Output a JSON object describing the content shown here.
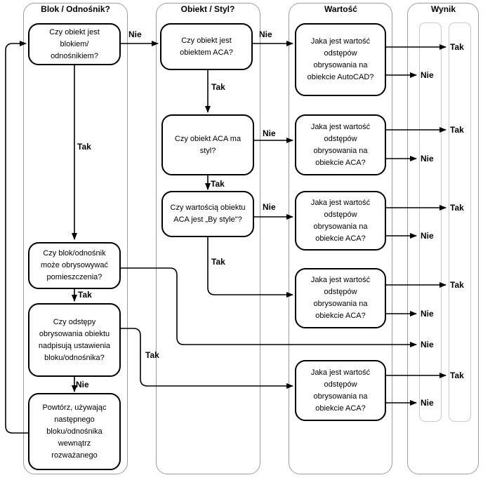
{
  "diagram": {
    "columns": [
      {
        "title": "Blok / Odnośnik?"
      },
      {
        "title": "Obiekt / Styl?"
      },
      {
        "title": "Wartość"
      },
      {
        "title": "Wynik"
      }
    ],
    "labels": {
      "yes": "Tak",
      "no": "Nie"
    },
    "nodes": {
      "is_block": [
        "Czy obiekt jest",
        "blokiem/",
        "odnośnikiem?"
      ],
      "can_bound": [
        "Czy blok/odnośnik",
        "może obrysowywać",
        "pomieszczenia?"
      ],
      "overrides": [
        "Czy odstępy",
        "obrysowania obiektu",
        "nadpisują ustawienia",
        "bloku/odnośnika?"
      ],
      "repeat": [
        "Powtórz, używając",
        "następnego",
        "bloku/odnośnika",
        "wewnątrz",
        "rozważanego"
      ],
      "is_aca": [
        "Czy obiekt jest",
        "obiektem ACA?"
      ],
      "has_style": [
        "Czy obiekt ACA ma",
        "styl?"
      ],
      "by_style": [
        "Czy wartością obiektu",
        "ACA jest „By style\"?"
      ],
      "value_autocad": [
        "Jaka jest wartość",
        "odstępów",
        "obrysowania na",
        "obiekcie AutoCAD?"
      ],
      "value_aca_1": [
        "Jaka jest wartość",
        "odstępów",
        "obrysowania na",
        "obiekcie ACA?"
      ],
      "value_aca_2": [
        "Jaka jest wartość",
        "odstępów",
        "obrysowania na",
        "obiekcie ACA?"
      ],
      "value_aca_3": [
        "Jaka jest wartość",
        "odstępów",
        "obrysowania na",
        "obiekcie ACA?"
      ],
      "value_aca_4": [
        "Jaka jest wartość",
        "odstępów",
        "obrysowania na",
        "obiekcie ACA?"
      ]
    },
    "colors": {
      "frame": "#9d9d9d",
      "lane": "#c9c9c9",
      "line": "#000000",
      "bg": "#ffffff"
    }
  }
}
